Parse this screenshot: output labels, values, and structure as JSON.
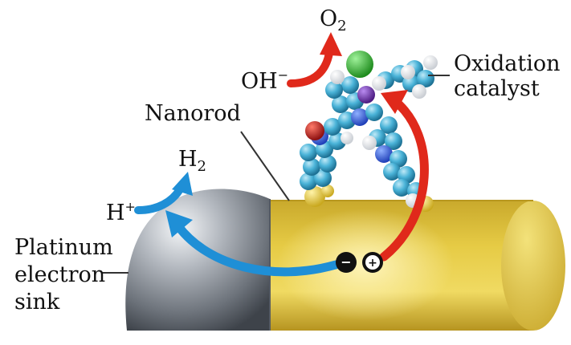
{
  "labels": {
    "o2": {
      "base": "O",
      "sub": "2"
    },
    "oh": {
      "base": "OH",
      "sup": "−"
    },
    "h2": {
      "base": "H",
      "sub": "2"
    },
    "hplus": {
      "base": "H",
      "sup": "+"
    },
    "nanorod": "Nanorod",
    "oxidation_catalyst": [
      "Oxidation",
      "catalyst"
    ],
    "platinum": [
      "Platinum",
      "electron",
      "sink"
    ]
  },
  "charges": {
    "electron": "−",
    "hole": "+"
  },
  "colors": {
    "electron_arrow": "#1f8fd6",
    "oxidation_arrow": "#e0291b",
    "nanorod": "#e2c43c",
    "platinum": "#8e949c",
    "catalyst_atom": "#4ab3d8",
    "chloride": "#3dbb3a",
    "oxygen": "#c01818",
    "metal_center": "#6a2aa0",
    "sulfur": "#ecd24a"
  }
}
